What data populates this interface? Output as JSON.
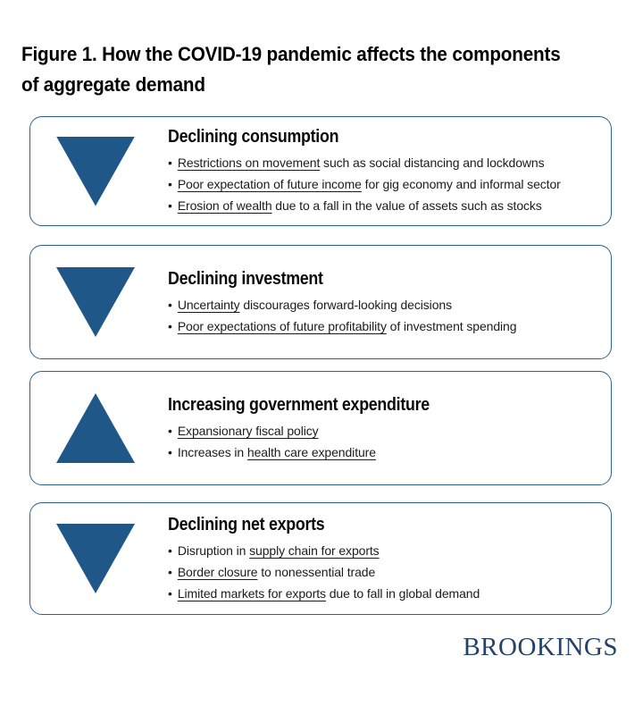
{
  "title": {
    "lines": [
      "Figure 1. How the COVID-19 pandemic affects the components",
      "of aggregate demand"
    ]
  },
  "colors": {
    "triangle_fill": "#1F5788",
    "box_border": "#2B6199",
    "logo_text": "#24426B",
    "title_text": "#000000"
  },
  "boxes": [
    {
      "id": "declining-consumption",
      "direction": "down",
      "heading": "Declining consumption",
      "bullets": [
        [
          {
            "text": "Restrictions on movement",
            "underline": true
          },
          {
            "text": " such as social distancing and lockdowns",
            "underline": false
          }
        ],
        [
          {
            "text": "Poor expectation of future income",
            "underline": true
          },
          {
            "text": " for gig economy and informal sector",
            "underline": false
          }
        ],
        [
          {
            "text": "Erosion of wealth",
            "underline": true
          },
          {
            "text": " due to a fall in the value of assets such as stocks",
            "underline": false
          }
        ]
      ]
    },
    {
      "id": "declining-investment",
      "direction": "down",
      "heading": "Declining investment",
      "bullets": [
        [
          {
            "text": "Uncertainty",
            "underline": true
          },
          {
            "text": " discourages forward-looking decisions",
            "underline": false
          }
        ],
        [
          {
            "text": "Poor expectations of future profitability",
            "underline": true
          },
          {
            "text": " of investment spending",
            "underline": false
          }
        ]
      ]
    },
    {
      "id": "increasing-government-expenditure",
      "direction": "up",
      "heading": "Increasing government expenditure",
      "bullets": [
        [
          {
            "text": "Expansionary fiscal policy",
            "underline": true
          }
        ],
        [
          {
            "text": "Increases in ",
            "underline": false
          },
          {
            "text": "health care expenditure",
            "underline": true
          }
        ]
      ]
    },
    {
      "id": "declining-net-exports",
      "direction": "down",
      "heading": "Declining net exports",
      "bullets": [
        [
          {
            "text": "Disruption in ",
            "underline": false
          },
          {
            "text": "supply chain for exports",
            "underline": true
          }
        ],
        [
          {
            "text": "Border closure",
            "underline": true
          },
          {
            "text": " to nonessential trade",
            "underline": false
          }
        ],
        [
          {
            "text": "Limited markets for exports",
            "underline": true
          },
          {
            "text": " due to fall in global demand",
            "underline": false
          }
        ]
      ]
    }
  ],
  "footer": {
    "logo_text": "BROOKINGS"
  }
}
